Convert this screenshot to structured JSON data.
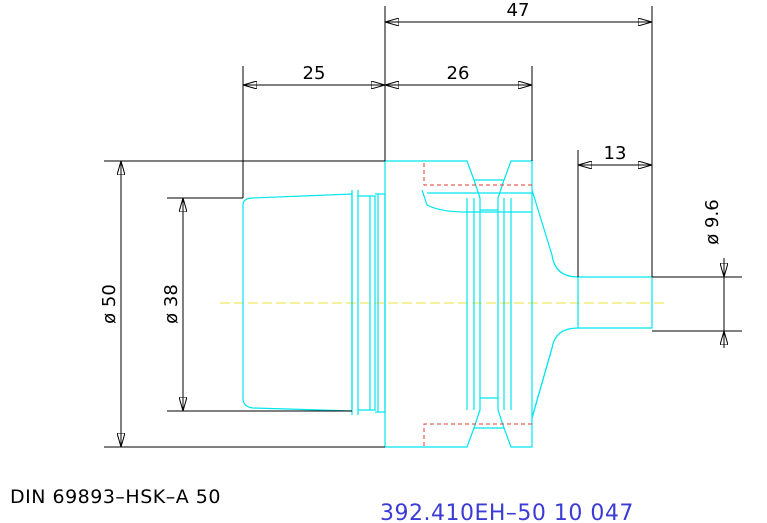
{
  "drawing": {
    "standard_label": "DIN 69893–HSK–A 50",
    "part_number": "392.410EH–50 10 047",
    "colors": {
      "outline": "#00e5ee",
      "dimension": "#000000",
      "hidden": "#e53935",
      "centerline": "#e8e23a",
      "part_number": "#3b3bd6"
    },
    "dimensions": {
      "overall_length": "47",
      "shank_length": "25",
      "flange_length": "26",
      "tip_length": "13",
      "outer_diameter": "ø 50",
      "shank_diameter": "ø 38",
      "tip_diameter": "ø 9.6"
    }
  }
}
